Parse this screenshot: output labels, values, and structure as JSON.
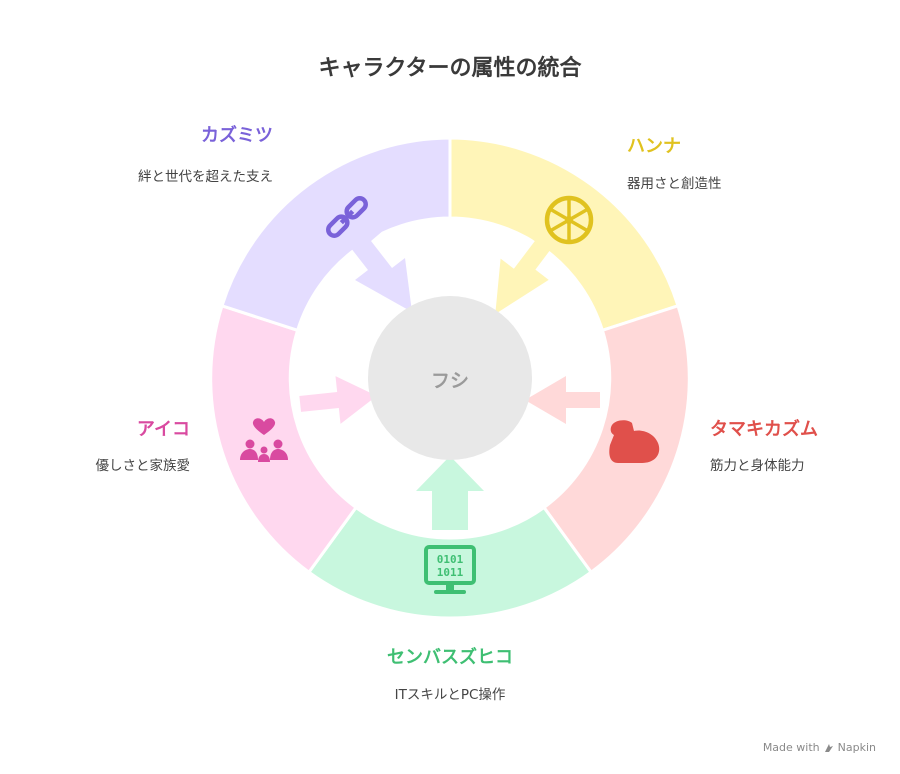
{
  "title": "キャラクターの属性の統合",
  "center": "フシ",
  "segments": [
    {
      "name": "ハンナ",
      "desc": "器用さと創造性",
      "color": "#e0c21f",
      "fill": "#fff5b8",
      "icon": "wheel-icon"
    },
    {
      "name": "タマキカズム",
      "desc": "筋力と身体能力",
      "color": "#e0504b",
      "fill": "#ffd9d9",
      "icon": "flexed-arm-icon"
    },
    {
      "name": "センバスズヒコ",
      "desc": "ITスキルとPC操作",
      "color": "#3fbf73",
      "fill": "#c8f7de",
      "icon": "binary-monitor-icon"
    },
    {
      "name": "アイコ",
      "desc": "優しさと家族愛",
      "color": "#d94aa0",
      "fill": "#ffd8ef",
      "icon": "family-heart-icon"
    },
    {
      "name": "カズミツ",
      "desc": "絆と世代を超えた支え",
      "color": "#7a62d9",
      "fill": "#e4ddff",
      "icon": "chain-link-icon"
    }
  ],
  "footer": {
    "made_with": "Made with",
    "brand": "Napkin"
  }
}
